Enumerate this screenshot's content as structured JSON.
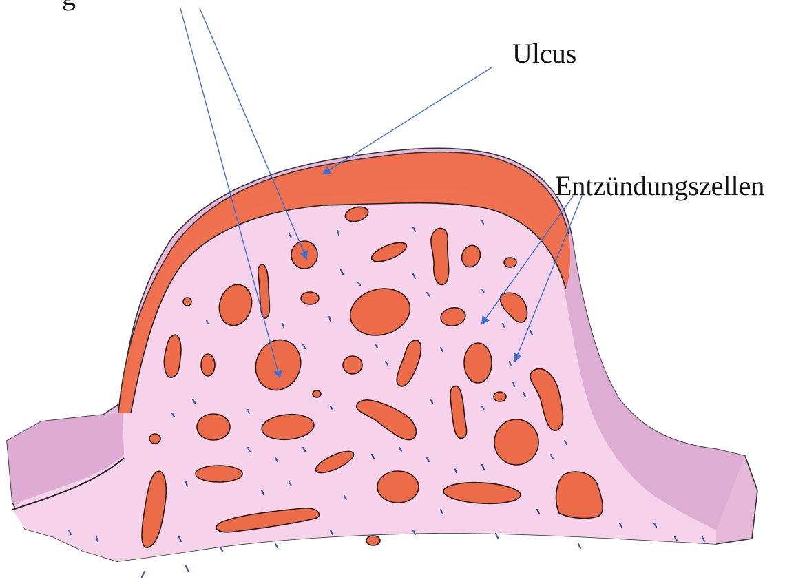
{
  "labels": {
    "top_partial": "g",
    "ulcus": "Ulcus",
    "entzuendungszellen": "Entzündungszellen"
  },
  "colors": {
    "tissue_pink": "#f4cde6",
    "tissue_edge_mauve": "#d9a0cc",
    "ulcer_orange": "#ee6a45",
    "vessel_orange": "#ec6b48",
    "vessel_outline": "#2a1a1a",
    "cell_blue": "#3a5aa8",
    "arrow_blue": "#3b6fd4"
  }
}
